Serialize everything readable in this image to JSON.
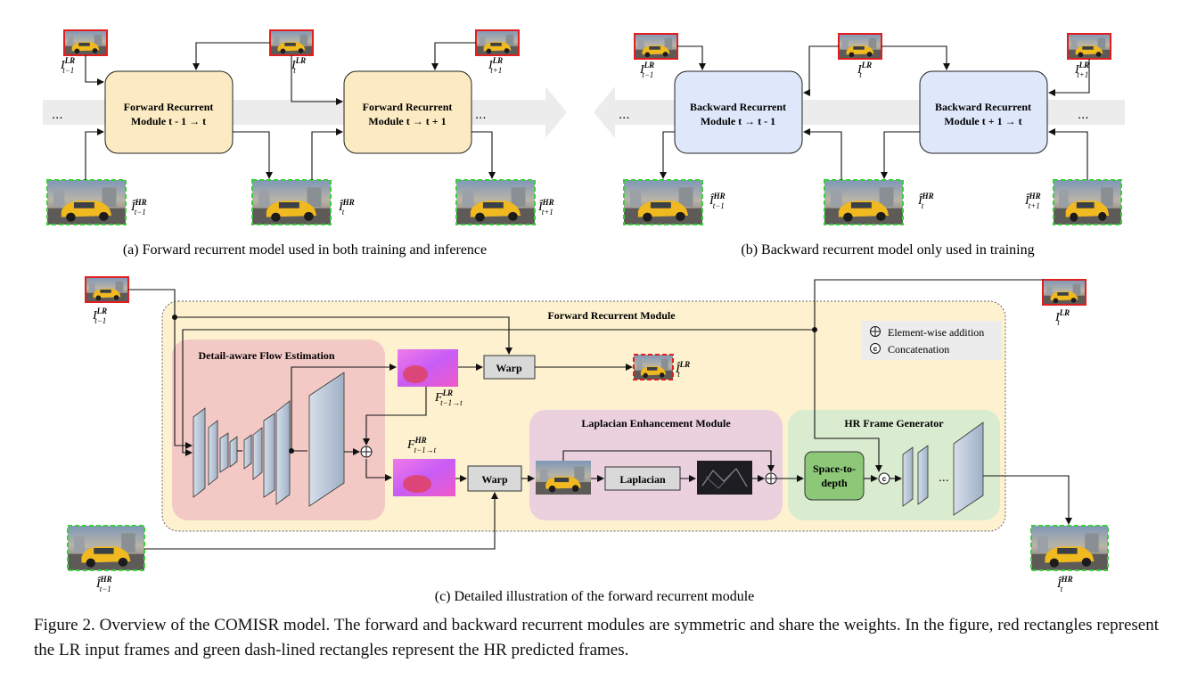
{
  "panel_a": {
    "module1": [
      "Forward Recurrent",
      "Module t - 1 → t"
    ],
    "module2": [
      "Forward Recurrent",
      "Module t → t + 1"
    ],
    "ellipsis": "...",
    "in_tm1": {
      "sym": "I",
      "sup": "LR",
      "sub": "t−1"
    },
    "in_t": {
      "sym": "I",
      "sup": "LR",
      "sub": "t"
    },
    "in_tp1": {
      "sym": "I",
      "sup": "LR",
      "sub": "t+1"
    },
    "out_tm1": {
      "sym": "Î",
      "sup": "HR",
      "sub": "t−1"
    },
    "out_t": {
      "sym": "Î",
      "sup": "HR",
      "sub": "t"
    },
    "out_tp1": {
      "sym": "Î",
      "sup": "HR",
      "sub": "t+1"
    },
    "caption": "(a) Forward recurrent model used in both training and inference"
  },
  "panel_b": {
    "module1": [
      "Backward Recurrent",
      "Module t → t - 1"
    ],
    "module2": [
      "Backward Recurrent",
      "Module t + 1 → t"
    ],
    "ellipsis": "...",
    "in_tm1": {
      "sym": "I",
      "sup": "LR",
      "sub": "t−1"
    },
    "in_t": {
      "sym": "I",
      "sup": "LR",
      "sub": "t"
    },
    "in_tp1": {
      "sym": "I",
      "sup": "LR",
      "sub": "t+1"
    },
    "out_tm1": {
      "sym": "Î",
      "sup": "HR",
      "sub": "t−1"
    },
    "out_t": {
      "sym": "Î",
      "sup": "HR",
      "sub": "t"
    },
    "out_tp1": {
      "sym": "Î",
      "sup": "HR",
      "sub": "t+1"
    },
    "caption": "(b) Backward recurrent model only used in training"
  },
  "panel_c": {
    "title": "Forward Recurrent Module",
    "flow_title": "Detail-aware Flow Estimation",
    "lem_title": "Laplacian Enhancement Module",
    "hr_title": "HR Frame Generator",
    "warp": "Warp",
    "laplacian": "Laplacian",
    "s2d": [
      "Space-to-",
      "depth"
    ],
    "dots": "...",
    "legend": {
      "add": "Element-wise addition",
      "concat": "Concatenation",
      "c": "c"
    },
    "in_tm1": {
      "sym": "I",
      "sup": "LR",
      "sub": "t−1"
    },
    "in_t": {
      "sym": "I",
      "sup": "LR",
      "sub": "t"
    },
    "warped_lr": {
      "sym": "Î",
      "sup": "LR",
      "sub": "t"
    },
    "flow_lr": {
      "sym": "F",
      "sup": "LR",
      "sub": "t−1→t"
    },
    "flow_hr": {
      "sym": "F",
      "sup": "HR",
      "sub": "t−1→t"
    },
    "prev_hr": {
      "sym": "Î",
      "sup": "HR",
      "sub": "t−1"
    },
    "out_hr": {
      "sym": "Î",
      "sup": "HR",
      "sub": "t"
    },
    "caption": "(c) Detailed illustration of the forward recurrent module"
  },
  "figure_caption": "Figure 2. Overview of the COMISR model. The forward and backward recurrent modules are symmetric and share the weights. In the figure, red rectangles represent the LR input frames and green dash-lined rectangles represent the HR predicted frames.",
  "colors": {
    "lr_border": "#e02020",
    "hr_border": "#3ccf3c",
    "forward_module": "#fcebc2",
    "backward_module": "#dfe7fb",
    "flow_bg": "#f3c9c6",
    "lem_bg": "#ead1dd",
    "hr_bg": "#d9ecd0",
    "outer_bg": "#fdf1cf",
    "flow_map": "#e05cf0",
    "conv_layer": "#b8c6d8",
    "s2d": "#8cc878"
  }
}
